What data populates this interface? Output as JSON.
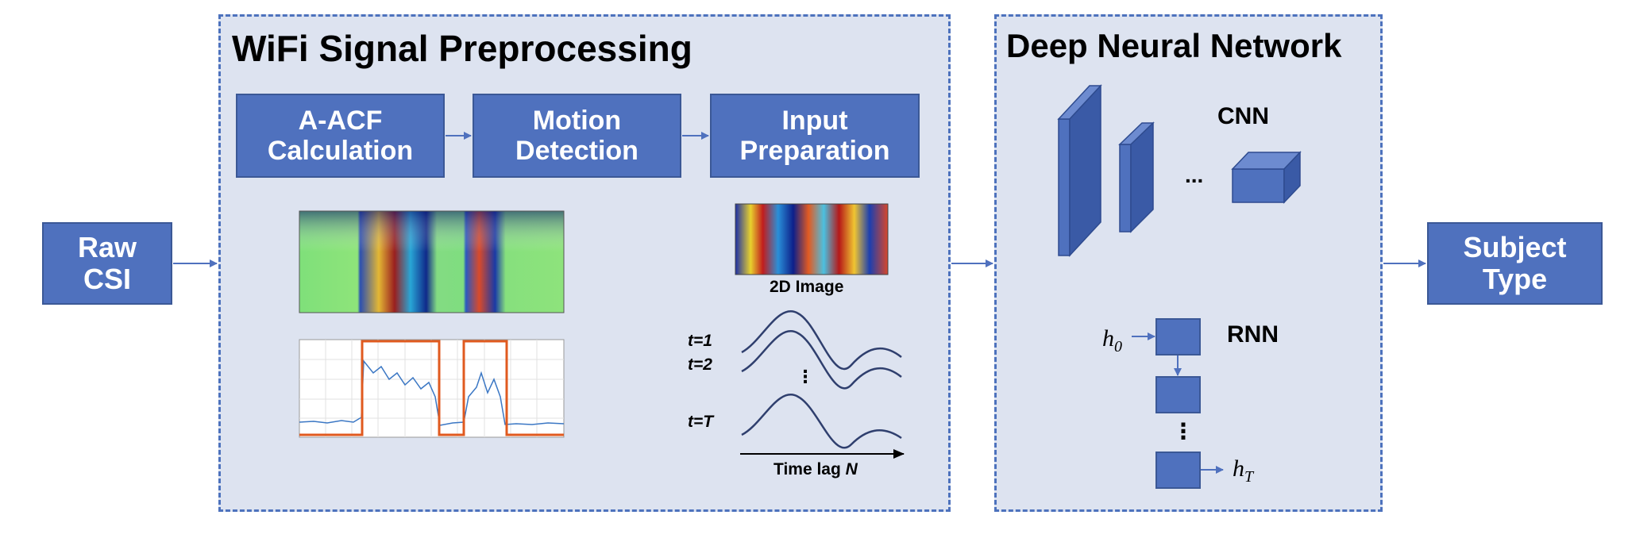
{
  "input_box": {
    "label": "Raw\nCSI"
  },
  "output_box": {
    "label": "Subject\nType"
  },
  "preprocessing": {
    "title": "WiFi Signal Preprocessing",
    "steps": [
      {
        "label": "A-ACF\nCalculation"
      },
      {
        "label": "Motion\nDetection"
      },
      {
        "label": "Input\nPreparation"
      }
    ],
    "image_caption": "2D Image",
    "time_labels": [
      "t=1",
      "t=2",
      "t=T"
    ],
    "ellipsis": "⋮",
    "axis_label_prefix": "Time lag",
    "axis_label_var": "N"
  },
  "dnn": {
    "title": "Deep Neural Network",
    "cnn_label": "CNN",
    "cnn_ellipsis": "...",
    "rnn_label": "RNN",
    "rnn_ellipsis": "⋮",
    "h0_base": "h",
    "h0_sub": "0",
    "hT_base": "h",
    "hT_sub": "T"
  },
  "colors": {
    "box_fill": "#4f71be",
    "panel_fill": "#dde3f0",
    "panel_border": "#4d72bd",
    "arrow": "#4f71be",
    "detection_line": "#e05a1f",
    "signal_line": "#3b77c4"
  }
}
